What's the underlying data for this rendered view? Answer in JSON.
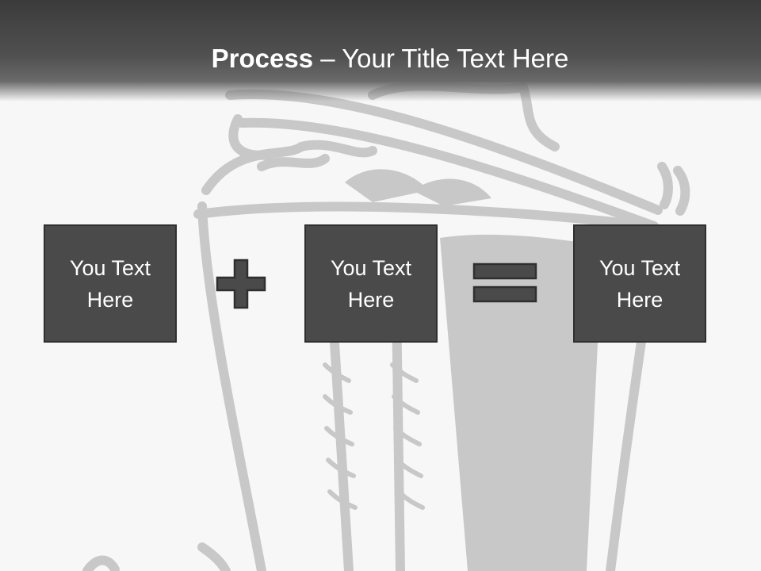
{
  "title": {
    "bold": "Process",
    "rest": " – Your Title Text Here"
  },
  "boxes": [
    {
      "text": "You Text Here"
    },
    {
      "text": "You Text Here"
    },
    {
      "text": "You Text Here"
    }
  ],
  "operators": {
    "first": "plus-icon",
    "second": "equals-icon"
  },
  "colors": {
    "title_bar": "#3b3b3b",
    "box_fill": "#4a4a4a",
    "box_border": "#2f2f2f",
    "background": "#f7f7f7",
    "background_art": "#c8c8c8"
  }
}
